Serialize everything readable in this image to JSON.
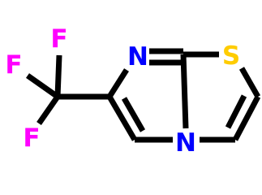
{
  "molecule": {
    "atoms": {
      "N_imine": {
        "symbol": "N",
        "color": "#0000ff"
      },
      "S": {
        "symbol": "S",
        "color": "#ffcc00"
      },
      "N_bridge": {
        "symbol": "N",
        "color": "#0000ff"
      },
      "F_top": {
        "symbol": "F",
        "color": "#ff00ff"
      },
      "F_left": {
        "symbol": "F",
        "color": "#ff00ff"
      },
      "F_bottom": {
        "symbol": "F",
        "color": "#ff00ff"
      }
    },
    "bond_color": "#000000"
  }
}
